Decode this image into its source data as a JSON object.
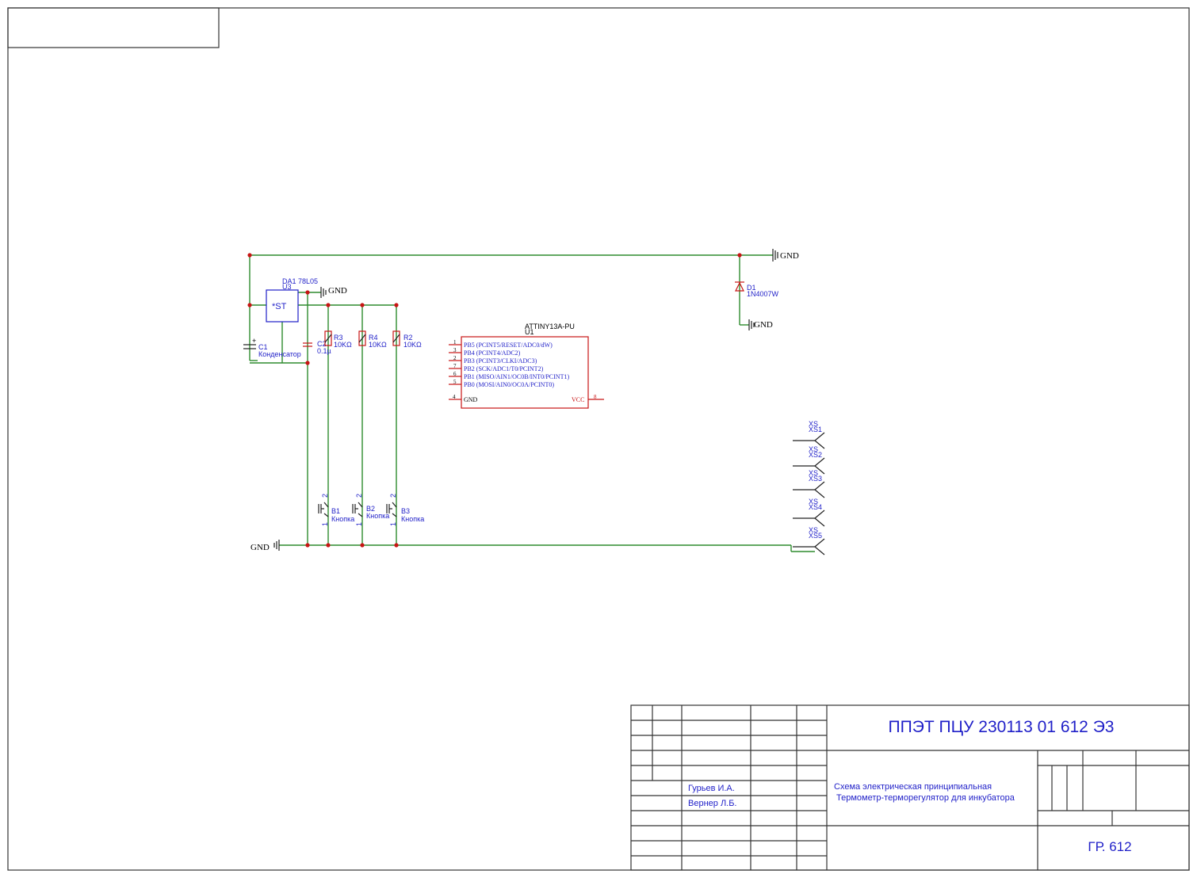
{
  "title_block": {
    "doc_code": "ППЭТ ПЦУ 230113 01 612 Э3",
    "title_line1": "Схема электрическая принципиальная",
    "title_line2": "Термометр-терморегулятор для инкубатора",
    "group": "ГР. 612",
    "developer": "Гурьев И.А.",
    "checker": "Вернер Л.Б."
  },
  "nets": {
    "gnd": "GND"
  },
  "components": {
    "u3": {
      "ref": "DA1 78L05",
      "sub": "U3",
      "body": "*ST"
    },
    "c1": {
      "ref": "C1",
      "value": "Конденсатор"
    },
    "c2": {
      "ref": "C2",
      "value": "0.1µ"
    },
    "r3": {
      "ref": "R3",
      "value": "10KΩ"
    },
    "r4": {
      "ref": "R4",
      "value": "10KΩ"
    },
    "r2": {
      "ref": "R2",
      "value": "10KΩ"
    },
    "d1": {
      "ref": "D1",
      "value": "1N4007W"
    },
    "b1": {
      "ref": "B1",
      "value": "Кнопка"
    },
    "b2": {
      "ref": "B2",
      "value": "Кнопка"
    },
    "b3": {
      "ref": "B3",
      "value": "Кнопка"
    },
    "button_pin_top": "2",
    "button_pin_bottom": "1",
    "plus_sign": "+"
  },
  "mcu": {
    "name": "ATTINY13A-PU",
    "ref": "U1",
    "pins": [
      {
        "num": "1",
        "label": "PB5 (PCINT5/RESET/ADC0/dW)"
      },
      {
        "num": "3",
        "label": "PB4 (PCINT4/ADC2)"
      },
      {
        "num": "2",
        "label": "PB3 (PCINT3/CLKI/ADC3)"
      },
      {
        "num": "7",
        "label": "PB2 (SCK/ADC1/T0/PCINT2)"
      },
      {
        "num": "6",
        "label": "PB1 (MISO/AIN1/OC0B/INT0/PCINT1)"
      },
      {
        "num": "5",
        "label": "PB0 (MOSI/AIN0/OC0A/PCINT0)"
      }
    ],
    "gnd_pin": {
      "num": "4",
      "label": "GND"
    },
    "vcc_pin": {
      "num": "8",
      "label": "VCC"
    }
  },
  "connectors": [
    {
      "type": "XS",
      "ref": "XS1"
    },
    {
      "type": "XS",
      "ref": "XS2"
    },
    {
      "type": "XS",
      "ref": "XS3"
    },
    {
      "type": "XS",
      "ref": "XS4"
    },
    {
      "type": "XS",
      "ref": "XS5"
    }
  ]
}
